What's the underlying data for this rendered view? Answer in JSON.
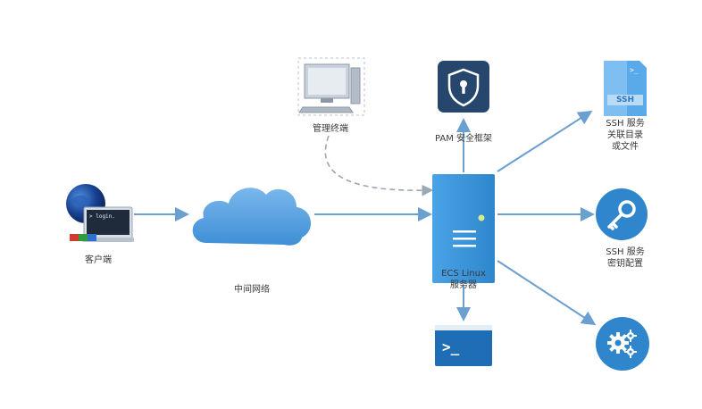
{
  "nodes": {
    "client": {
      "label": "客户端",
      "screen_text": "> login."
    },
    "network": {
      "label": "中间网络"
    },
    "admin": {
      "label": "管理终端"
    },
    "pam": {
      "label": "PAM 安全框架"
    },
    "server": {
      "label_line1": "ECS Linux",
      "label_line2": "服务器"
    },
    "ssh_dir": {
      "badge": "SSH",
      "prompt": ">_",
      "label_lines": [
        "SSH 服务",
        "关联目录",
        "或文件"
      ]
    },
    "ssh_key": {
      "label_lines": [
        "SSH 服务",
        "密钥配置"
      ]
    },
    "terminal": {
      "prompt": ">_"
    },
    "settings": {}
  },
  "colors": {
    "arrow": "#6a9fd0",
    "server": "#3f97d9",
    "cloud": "#5aa3e2",
    "dark_tile": "#26466e",
    "terminal": "#1f6db5",
    "ssh_doc": "#4fa3e3",
    "admin_dashed": "#9aa7b5"
  }
}
